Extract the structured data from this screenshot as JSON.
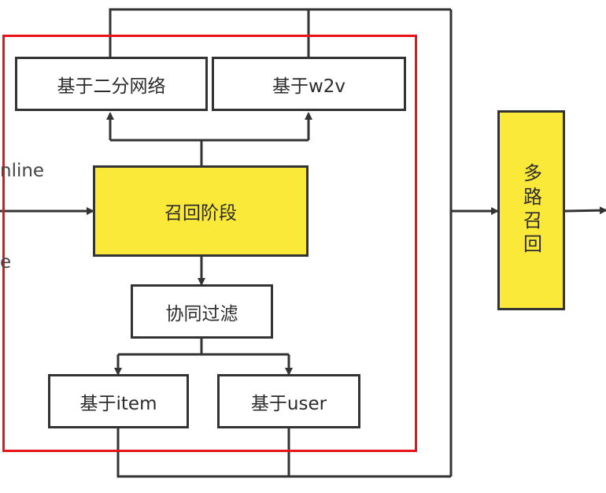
{
  "boxes": {
    "binary_network": "基于二分网络",
    "w2v": "基于w2v",
    "recall_stage": "召回阶段",
    "collab_filter": "协同过滤",
    "item_based": "基于item",
    "user_based": "基于user",
    "multi_recall": "多路召回"
  },
  "side_labels": {
    "online_partial": "nline",
    "offline_partial": "e"
  },
  "colors": {
    "highlight_frame": "#e8141a",
    "box_fill_highlight": "#fbe93a",
    "line": "#333333"
  }
}
